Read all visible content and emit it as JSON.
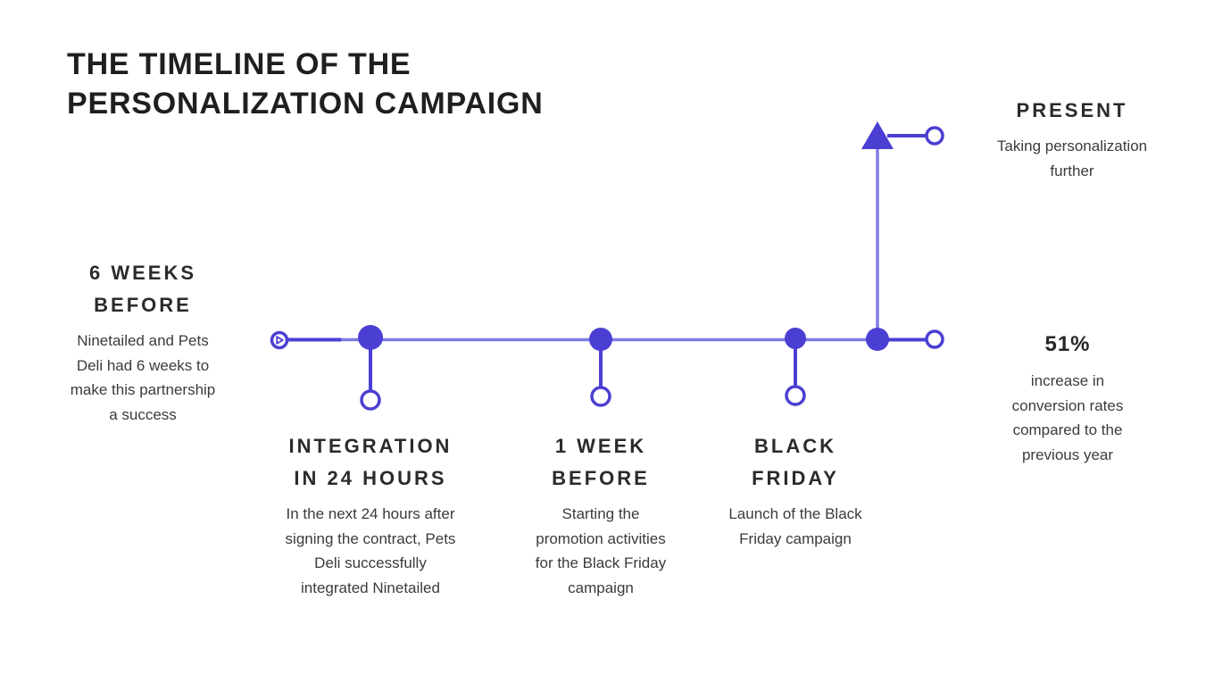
{
  "colors": {
    "accent": "#4b3fd3",
    "accent_light": "#7e7be4",
    "heading_text": "#2b2b2b",
    "body_text": "#3b3b3b",
    "background": "#ffffff"
  },
  "title": "THE TIMELINE OF THE\nPERSONALIZATION CAMPAIGN",
  "milestones": {
    "six_weeks": {
      "heading": "6 WEEKS\nBEFORE",
      "description": "Ninetailed and Pets\nDeli had 6 weeks to\nmake this partnership\na success"
    },
    "integration": {
      "heading": "INTEGRATION\nIN 24 HOURS",
      "description": "In the next 24 hours after\nsigning the contract, Pets\nDeli successfully\nintegrated Ninetailed"
    },
    "one_week": {
      "heading": "1 WEEK\nBEFORE",
      "description": "Starting the\npromotion activities\nfor the Black Friday\ncampaign"
    },
    "black_friday": {
      "heading": "BLACK\nFRIDAY",
      "description": "Launch of the Black\nFriday campaign"
    },
    "present": {
      "heading": "PRESENT",
      "description": "Taking personalization\nfurther"
    },
    "stat": {
      "value": "51%",
      "description": "increase in\nconversion rates\ncompared to the\nprevious year"
    }
  }
}
